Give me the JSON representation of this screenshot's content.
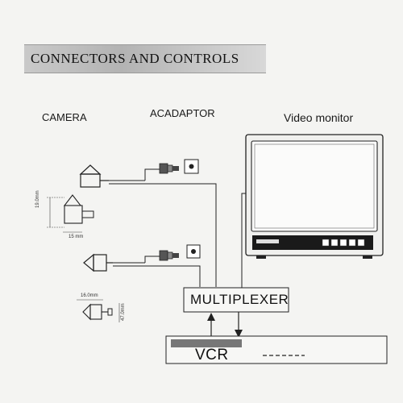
{
  "title": "CONNECTORS AND CONTROLS",
  "labels": {
    "camera": "CAMERA",
    "adaptor": "ACADAPTOR",
    "monitor": "Video monitor",
    "multiplexer": "MULTIPLEXER",
    "vcr": "VCR"
  },
  "dimensions": {
    "cam2_height": "19.0mm",
    "cam2_width": "15 mm",
    "cam4_width": "16.0mm",
    "cam4_height": "47.0mm"
  },
  "icons": [
    "camera-icon",
    "bnc-connector-icon",
    "power-socket-icon",
    "monitor-icon",
    "arrow-up-icon",
    "arrow-down-icon"
  ]
}
